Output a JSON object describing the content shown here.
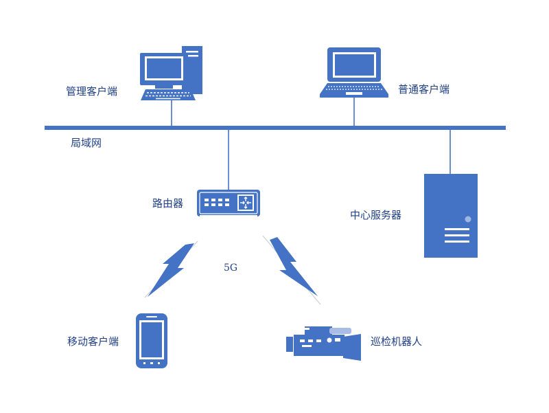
{
  "colors": {
    "device": "#4472c4",
    "line": "#4472c4",
    "text": "#1f3f86",
    "background": "#ffffff"
  },
  "network": {
    "label": "局域网"
  },
  "nodes": {
    "admin_client": {
      "label": "管理客户端",
      "icon": "desktop-computer-icon"
    },
    "normal_client": {
      "label": "普通客户端",
      "icon": "laptop-icon"
    },
    "router": {
      "label": "路由器",
      "icon": "router-icon"
    },
    "server": {
      "label": "中心服务器",
      "icon": "server-tower-icon"
    },
    "mobile_client": {
      "label": "移动客户端",
      "icon": "smartphone-icon"
    },
    "robot": {
      "label": "巡检机器人",
      "icon": "video-camera-icon"
    }
  },
  "wireless": {
    "label": "5G",
    "links": [
      {
        "from": "router",
        "to": "mobile_client",
        "icon": "lightning-icon"
      },
      {
        "from": "router",
        "to": "robot",
        "icon": "lightning-icon"
      }
    ]
  },
  "wired_links": [
    {
      "from": "admin_client",
      "to": "lan"
    },
    {
      "from": "normal_client",
      "to": "lan"
    },
    {
      "from": "router",
      "to": "lan"
    },
    {
      "from": "server",
      "to": "lan"
    }
  ]
}
